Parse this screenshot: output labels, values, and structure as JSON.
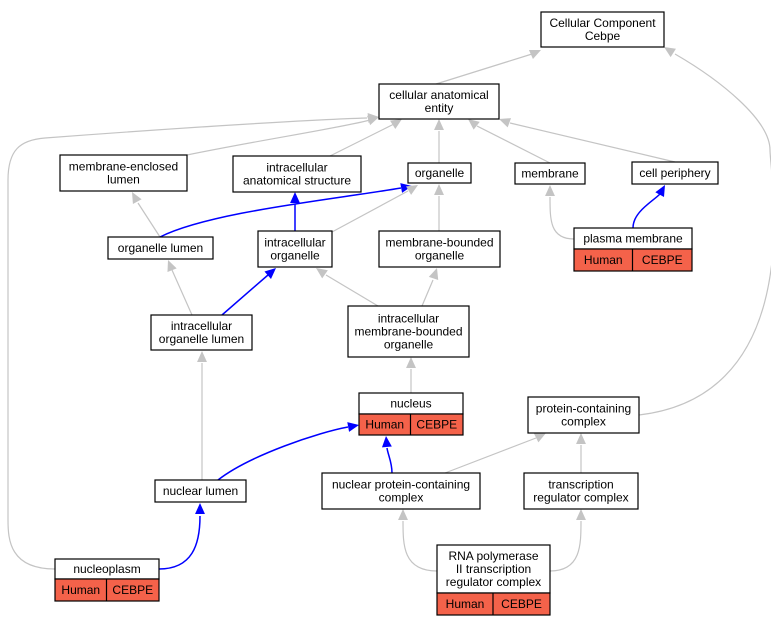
{
  "nodes": {
    "cc_root": {
      "lines": [
        "Cellular Component",
        "Cebpe"
      ]
    },
    "cae": {
      "lines": [
        "cellular anatomical",
        "entity"
      ]
    },
    "mel": {
      "lines": [
        "membrane-enclosed",
        "lumen"
      ]
    },
    "ias": {
      "lines": [
        "intracellular",
        "anatomical structure"
      ]
    },
    "organelle": {
      "lines": [
        "organelle"
      ]
    },
    "membrane": {
      "lines": [
        "membrane"
      ]
    },
    "cellper": {
      "lines": [
        "cell periphery"
      ]
    },
    "orglumen": {
      "lines": [
        "organelle lumen"
      ]
    },
    "intorg": {
      "lines": [
        "intracellular",
        "organelle"
      ]
    },
    "mbo": {
      "lines": [
        "membrane-bounded",
        "organelle"
      ]
    },
    "pm": {
      "lines": [
        "plasma membrane"
      ],
      "annotation": [
        "Human",
        "CEBPE"
      ]
    },
    "iol": {
      "lines": [
        "intracellular",
        "organelle lumen"
      ]
    },
    "imbo": {
      "lines": [
        "intracellular",
        "membrane-bounded",
        "organelle"
      ]
    },
    "nucleus": {
      "lines": [
        "nucleus"
      ],
      "annotation": [
        "Human",
        "CEBPE"
      ]
    },
    "pcc": {
      "lines": [
        "protein-containing",
        "complex"
      ]
    },
    "nlumen": {
      "lines": [
        "nuclear lumen"
      ]
    },
    "npcc": {
      "lines": [
        "nuclear protein-containing",
        "complex"
      ]
    },
    "trc": {
      "lines": [
        "transcription",
        "regulator complex"
      ]
    },
    "nucleoplasm": {
      "lines": [
        "nucleoplasm"
      ],
      "annotation": [
        "Human",
        "CEBPE"
      ]
    },
    "rnapol": {
      "lines": [
        "RNA polymerase",
        "II transcription",
        "regulator complex"
      ],
      "annotation": [
        "Human",
        "CEBPE"
      ]
    }
  },
  "edges": [
    {
      "from": "cae",
      "to": "cc_root",
      "kind": "is_a"
    },
    {
      "from": "pcc",
      "to": "cc_root",
      "kind": "is_a"
    },
    {
      "from": "mel",
      "to": "cae",
      "kind": "is_a"
    },
    {
      "from": "ias",
      "to": "cae",
      "kind": "is_a"
    },
    {
      "from": "organelle",
      "to": "cae",
      "kind": "is_a"
    },
    {
      "from": "membrane",
      "to": "cae",
      "kind": "is_a"
    },
    {
      "from": "cellper",
      "to": "cae",
      "kind": "is_a"
    },
    {
      "from": "nucleoplasm",
      "to": "cae",
      "kind": "is_a"
    },
    {
      "from": "orglumen",
      "to": "mel",
      "kind": "is_a"
    },
    {
      "from": "orglumen",
      "to": "organelle",
      "kind": "part_of"
    },
    {
      "from": "intorg",
      "to": "ias",
      "kind": "part_of"
    },
    {
      "from": "intorg",
      "to": "organelle",
      "kind": "is_a"
    },
    {
      "from": "mbo",
      "to": "organelle",
      "kind": "is_a"
    },
    {
      "from": "pm",
      "to": "membrane",
      "kind": "is_a"
    },
    {
      "from": "pm",
      "to": "cellper",
      "kind": "part_of"
    },
    {
      "from": "iol",
      "to": "orglumen",
      "kind": "is_a"
    },
    {
      "from": "iol",
      "to": "intorg",
      "kind": "part_of"
    },
    {
      "from": "imbo",
      "to": "intorg",
      "kind": "is_a"
    },
    {
      "from": "imbo",
      "to": "mbo",
      "kind": "is_a"
    },
    {
      "from": "nucleus",
      "to": "imbo",
      "kind": "is_a"
    },
    {
      "from": "nlumen",
      "to": "iol",
      "kind": "is_a"
    },
    {
      "from": "nlumen",
      "to": "nucleus",
      "kind": "part_of"
    },
    {
      "from": "npcc",
      "to": "nucleus",
      "kind": "part_of"
    },
    {
      "from": "npcc",
      "to": "pcc",
      "kind": "is_a"
    },
    {
      "from": "trc",
      "to": "pcc",
      "kind": "is_a"
    },
    {
      "from": "nucleoplasm",
      "to": "nlumen",
      "kind": "part_of"
    },
    {
      "from": "rnapol",
      "to": "npcc",
      "kind": "is_a"
    },
    {
      "from": "rnapol",
      "to": "trc",
      "kind": "is_a"
    }
  ],
  "colors": {
    "is_a": "#c4c4c4",
    "part_of": "#0000ff",
    "annotation_fill": "#f4624a"
  }
}
